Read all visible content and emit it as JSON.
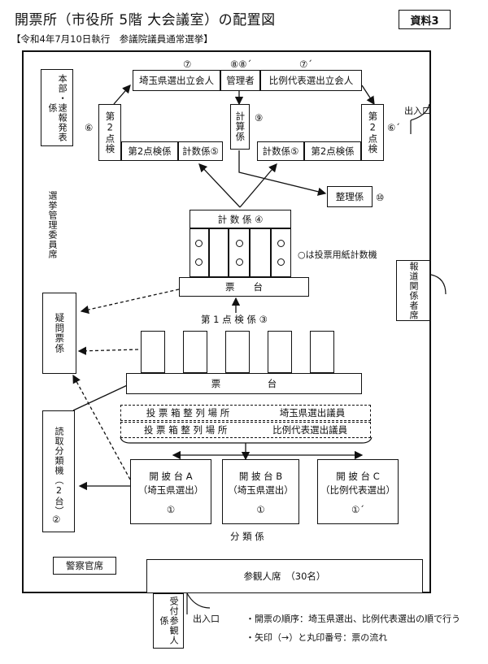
{
  "header": {
    "title": "開票所（市役所 5階 大会議室）の配置図",
    "subtitle": "【令和4年7月10日執行　参議院議員通常選挙】",
    "doc_label": "資料3"
  },
  "top_row": {
    "saitama_witness": "埼玉県選出立会人",
    "manager": "管理者",
    "proportional_witness": "比例代表選出立会人",
    "num_left": "⑦",
    "num_manager": "⑧⑧´",
    "num_right": "⑦´"
  },
  "left_checker": {
    "label": "第2点検",
    "num": "⑥"
  },
  "right_checker": {
    "label": "第2点検",
    "num": "⑥´"
  },
  "left_row": {
    "checker": "第2点検係",
    "counter": "計数係⑤"
  },
  "right_row": {
    "counter": "計数係⑤",
    "checker": "第2点検係"
  },
  "calc": {
    "label": "計算係",
    "num": "⑨"
  },
  "organizer": {
    "label": "整理係",
    "num": "⑩"
  },
  "counting": {
    "label": "計 数 係 ④",
    "legend": "○は投票用紙計数機",
    "table": "票　　台"
  },
  "first_check": {
    "label": "第 1 点 検 係 ③",
    "table": "票　　　　　台"
  },
  "ballot_box_1": {
    "label": "投 票 箱 整 列 場 所",
    "sub": "埼玉県選出議員"
  },
  "ballot_box_2": {
    "label": "投 票 箱 整 列 場 所",
    "sub": "比例代表選出議員"
  },
  "open_a": {
    "line1": "開 披 台 A",
    "line2": "（埼玉県選出）",
    "num": "①"
  },
  "open_b": {
    "line1": "開 披 台 B",
    "line2": "（埼玉県選出）",
    "num": "①"
  },
  "open_c": {
    "line1": "開 披 台 C",
    "line2": "（比例代表選出）",
    "num": "①´"
  },
  "sorting": "分 類 係",
  "left_side": {
    "report": "本部・速報発表係",
    "committee": "選挙管理委員席",
    "doubt": "疑問票係",
    "reader": "読取分類機（2台）",
    "reader_num": "②"
  },
  "press": "報道関係者席",
  "police": "警察官席",
  "observers": "参観人席　（30名）",
  "reception": "受付参観人係",
  "entrances": {
    "top": "出入口",
    "bottom": "出入口"
  },
  "notes": {
    "order": "・開票の順序：埼玉県選出、比例代表選出の順で行う",
    "flow": "・矢印（→）と丸印番号：票の流れ"
  }
}
